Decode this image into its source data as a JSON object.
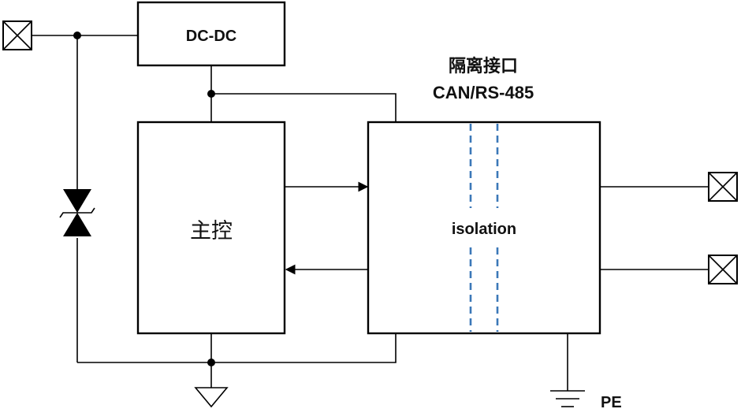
{
  "labels": {
    "dcdc": "DC-DC",
    "main_ctrl": "主控",
    "iso_interface_title": "隔离接口",
    "iso_interface_sub": "CAN/RS-485",
    "isolation": "isolation",
    "pe": "PE"
  },
  "colors": {
    "line": "#000000",
    "isolation_dash": "#3b78b8",
    "background": "#ffffff"
  },
  "icons": {
    "terminal": "terminal-x-icon",
    "tvs": "tvs-diode-icon",
    "ground": "ground-triangle-icon",
    "pe_ground": "earth-ground-icon",
    "junction": "junction-dot-icon",
    "arrow": "arrow-head-icon"
  }
}
